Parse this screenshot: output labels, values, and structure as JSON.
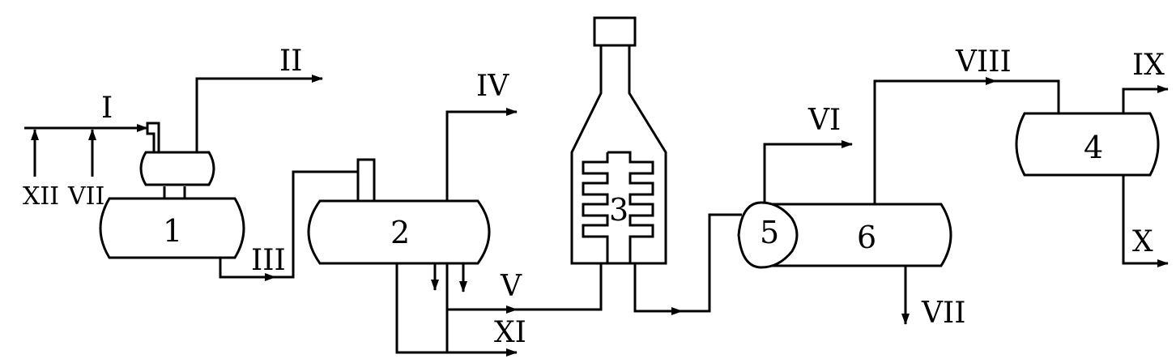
{
  "units": {
    "u1": "1",
    "u2": "2",
    "u3": "3",
    "u4": "4",
    "u5": "5",
    "u6": "6"
  },
  "streams": {
    "s1": "I",
    "s2": "II",
    "s3": "III",
    "s4": "IV",
    "s5": "V",
    "s6": "VI",
    "s7a": "VII",
    "s7b": "VII",
    "s8": "VIII",
    "s9": "IX",
    "s10": "X",
    "s11": "XI",
    "s12": "XII"
  }
}
